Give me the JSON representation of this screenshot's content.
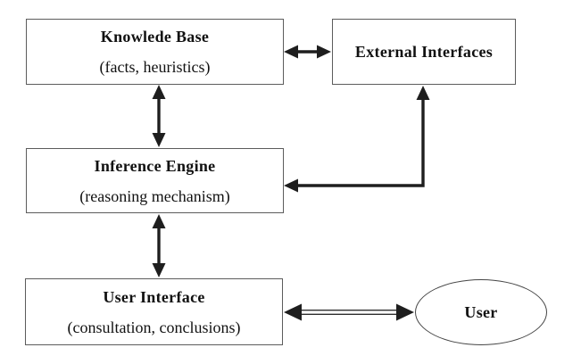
{
  "diagram": {
    "nodes": {
      "knowledge_base": {
        "title": "Knowlede Base",
        "subtitle": "(facts, heuristics)"
      },
      "external_interfaces": {
        "title": "External Interfaces"
      },
      "inference_engine": {
        "title": "Inference Engine",
        "subtitle": "(reasoning mechanism)"
      },
      "user_interface": {
        "title": "User Interface",
        "subtitle": "(consultation, conclusions)"
      },
      "user": {
        "title": "User"
      }
    },
    "connections": [
      {
        "from": "knowledge_base",
        "to": "external_interfaces",
        "style": "solid-double-headed-horizontal"
      },
      {
        "from": "knowledge_base",
        "to": "inference_engine",
        "style": "solid-double-headed-vertical"
      },
      {
        "from": "external_interfaces",
        "to": "inference_engine",
        "style": "solid-double-headed-elbow"
      },
      {
        "from": "inference_engine",
        "to": "user_interface",
        "style": "solid-double-headed-vertical"
      },
      {
        "from": "user_interface",
        "to": "user",
        "style": "double-line-double-headed-horizontal"
      }
    ],
    "colors": {
      "background": "#ffffff",
      "box_border": "#5c5c5c",
      "arrow": "#1e1e1e",
      "text": "#111111"
    }
  }
}
